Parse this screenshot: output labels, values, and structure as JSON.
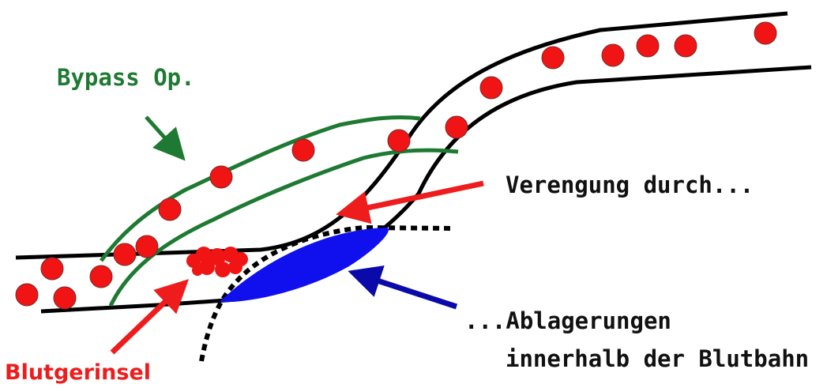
{
  "labels": {
    "bypass": "Bypass Op.",
    "narrowing": "Verengung durch...",
    "deposits_line1": "...Ablagerungen",
    "deposits_line2": "innerhalb der Blutbahn",
    "clot": "Blutgerinsel"
  },
  "colors": {
    "vessel_wall": "#000000",
    "bypass_wall": "#1e7a32",
    "blood_cell": "#f01414",
    "plaque": "#1010ee",
    "red_arrow": "#ee1c1c",
    "blue_arrow": "#0a0aaa",
    "green_arrow": "#1e7a32"
  },
  "icons": [
    "green-arrow-icon",
    "red-arrow-icon",
    "blue-arrow-icon",
    "blood-cell-icon",
    "plaque-icon",
    "clot-icon"
  ]
}
